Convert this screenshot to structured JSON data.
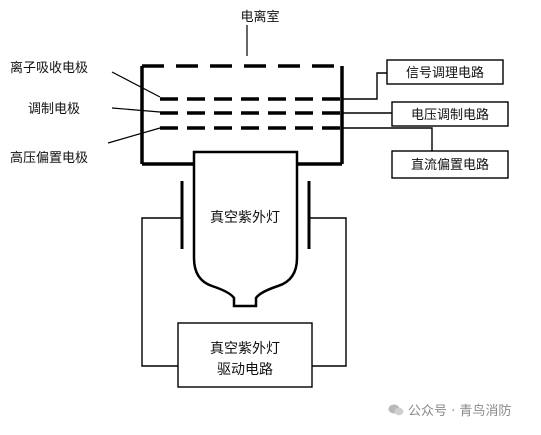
{
  "labels": {
    "ionization_chamber": "电离室",
    "ion_absorption_electrode": "离子吸收电极",
    "modulation_electrode": "调制电极",
    "high_voltage_bias_electrode": "高压偏置电极",
    "signal_conditioning_circuit": "信号调理电路",
    "voltage_modulation_circuit": "电压调制电路",
    "dc_bias_circuit": "直流偏置电路",
    "vacuum_uv_lamp": "真空紫外灯",
    "lamp_driver_circuit_line1": "真空紫外灯",
    "lamp_driver_circuit_line2": "驱动电路"
  },
  "watermark": {
    "text": "公众号 · 青鸟消防",
    "icon": "wechat-icon"
  }
}
